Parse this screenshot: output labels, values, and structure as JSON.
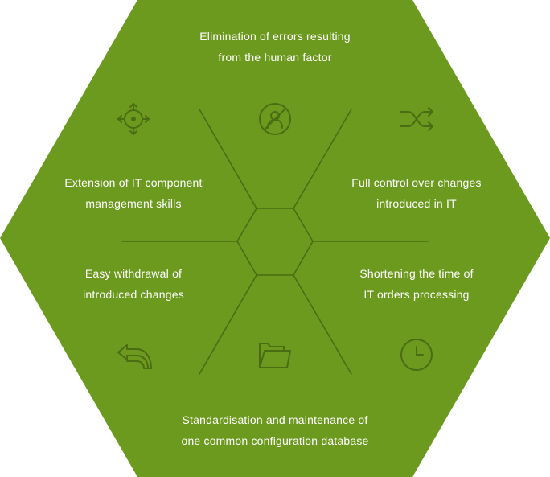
{
  "colors": {
    "hexagon_fill": "#6c9a1f",
    "line_color": "#4a6d14",
    "text_color": "#ffffff"
  },
  "benefits": [
    {
      "id": "errors",
      "icon": "no-person-icon",
      "line1": "Elimination of errors resulting",
      "line2": "from the human factor"
    },
    {
      "id": "control",
      "icon": "shuffle-icon",
      "line1": "Full control over changes",
      "line2": "introduced in IT"
    },
    {
      "id": "shortening",
      "icon": "clock-icon",
      "line1": "Shortening the time of",
      "line2": "IT orders processing"
    },
    {
      "id": "standard",
      "icon": "folder-icon",
      "line1": "Standardisation and maintenance of",
      "line2": "one common configuration database"
    },
    {
      "id": "withdrawal",
      "icon": "undo-arrow-icon",
      "line1": "Easy withdrawal of",
      "line2": "introduced changes"
    },
    {
      "id": "extension",
      "icon": "move-crosshair-icon",
      "line1": "Extension of IT component",
      "line2": "management skills"
    }
  ]
}
